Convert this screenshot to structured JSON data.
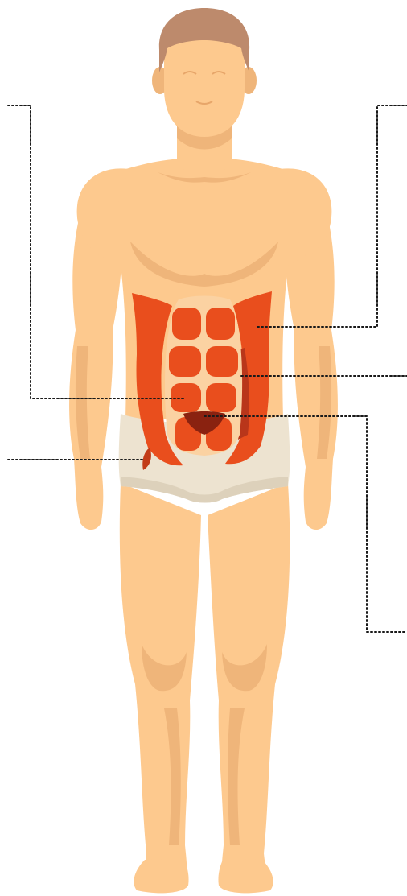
{
  "figure": {
    "subject": "male-body-front-view",
    "highlighted_region": "abdominal-muscles",
    "labels": []
  },
  "colors": {
    "background": "#ffffff",
    "skin": "#fdc98e",
    "skin_shadow": "#efb57a",
    "hair": "#bd8a6c",
    "underwear": "#ede3d0",
    "underwear_shadow": "#ddd1bb",
    "oblique": "#e94e1d",
    "rectus": "#e94e1d",
    "rectus_outline": "#fbd2a2",
    "transversus": "#b9361a",
    "pyramidalis": "#8a2210",
    "leader_line": "#1a1a1a"
  },
  "callouts": [
    {
      "id": "callout-left-upper",
      "target": "rectus-abdominis-left-segment",
      "side": "left"
    },
    {
      "id": "callout-left-lower",
      "target": "inguinal-oblique-tip",
      "side": "left"
    },
    {
      "id": "callout-right-upper",
      "target": "external-oblique-right",
      "side": "right"
    },
    {
      "id": "callout-right-middle",
      "target": "transversus-abdominis",
      "side": "right"
    },
    {
      "id": "callout-right-lower",
      "target": "pyramidalis",
      "side": "right"
    }
  ]
}
